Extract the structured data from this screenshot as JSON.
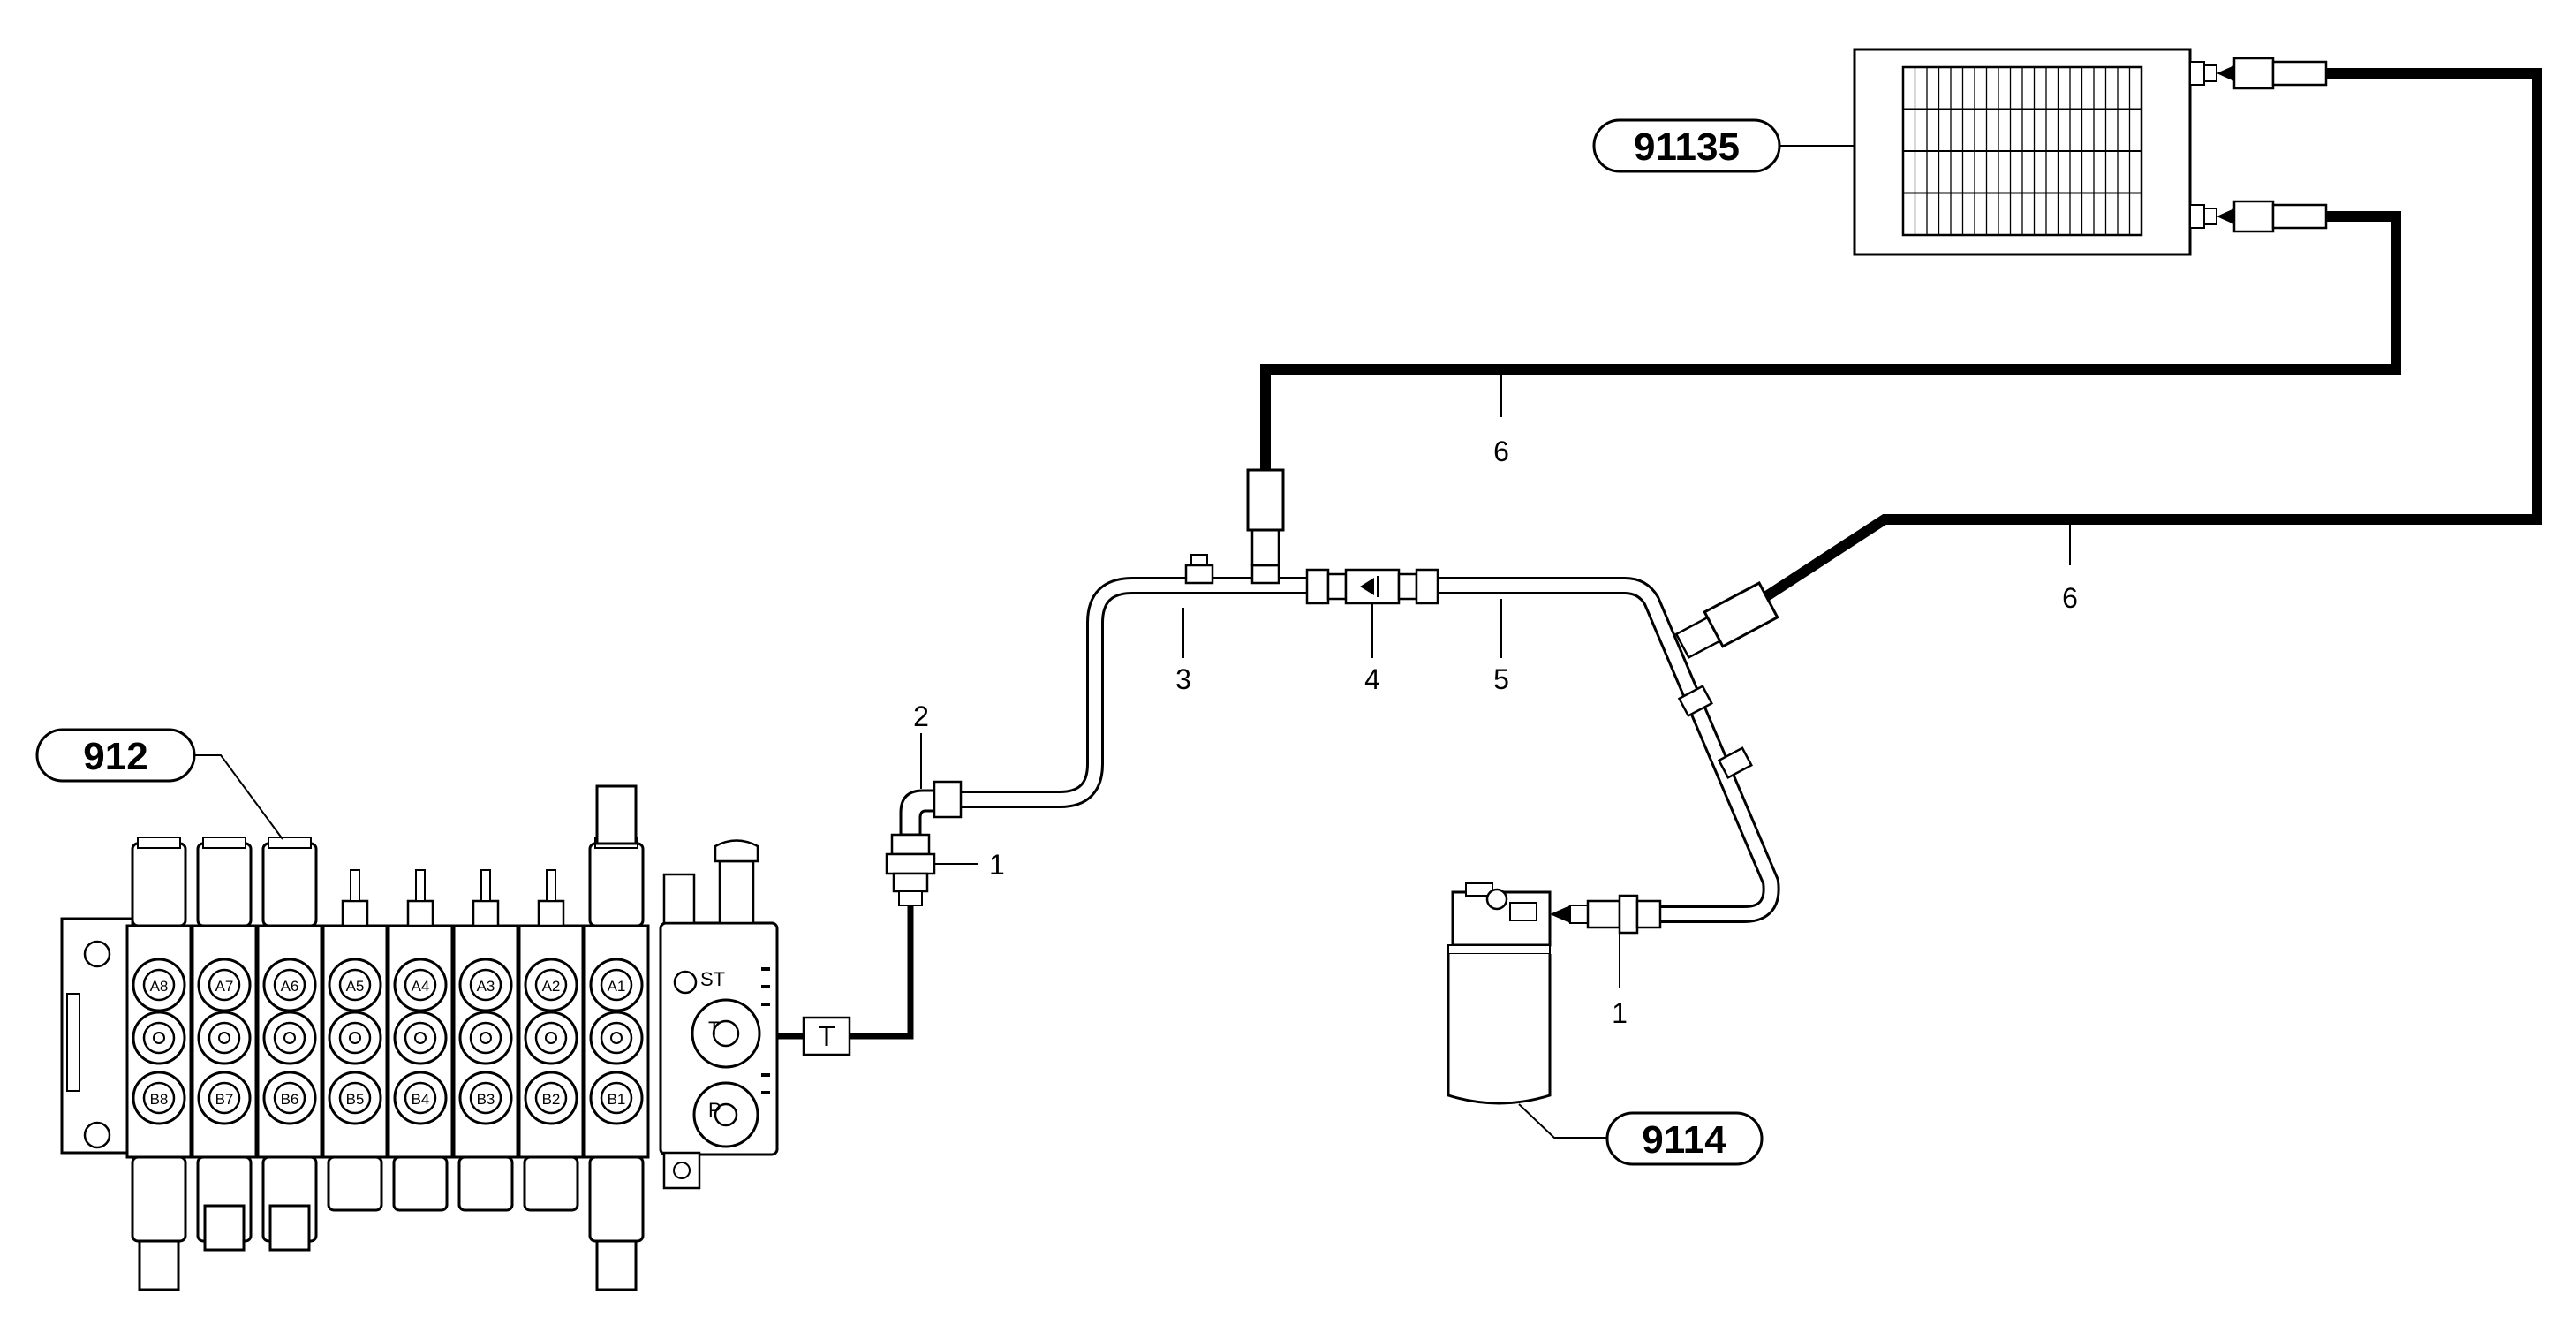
{
  "assemblies": {
    "control_valve": "912",
    "oil_cooler": "91135",
    "return_filter": "9114"
  },
  "callouts": {
    "fitting_filter": "1",
    "fitting_valve": "1",
    "elbow": "2",
    "tube_left": "3",
    "check_valve": "4",
    "tube_right": "5",
    "hose_upper": "6",
    "hose_lower": "6"
  },
  "valve_ports": {
    "a": [
      "A8",
      "A7",
      "A6",
      "A5",
      "A4",
      "A3",
      "A2",
      "A1"
    ],
    "b": [
      "B8",
      "B7",
      "B6",
      "B5",
      "B4",
      "B3",
      "B2",
      "B1"
    ],
    "st": "ST",
    "t": "T",
    "p": "P"
  },
  "tank_box": "T"
}
